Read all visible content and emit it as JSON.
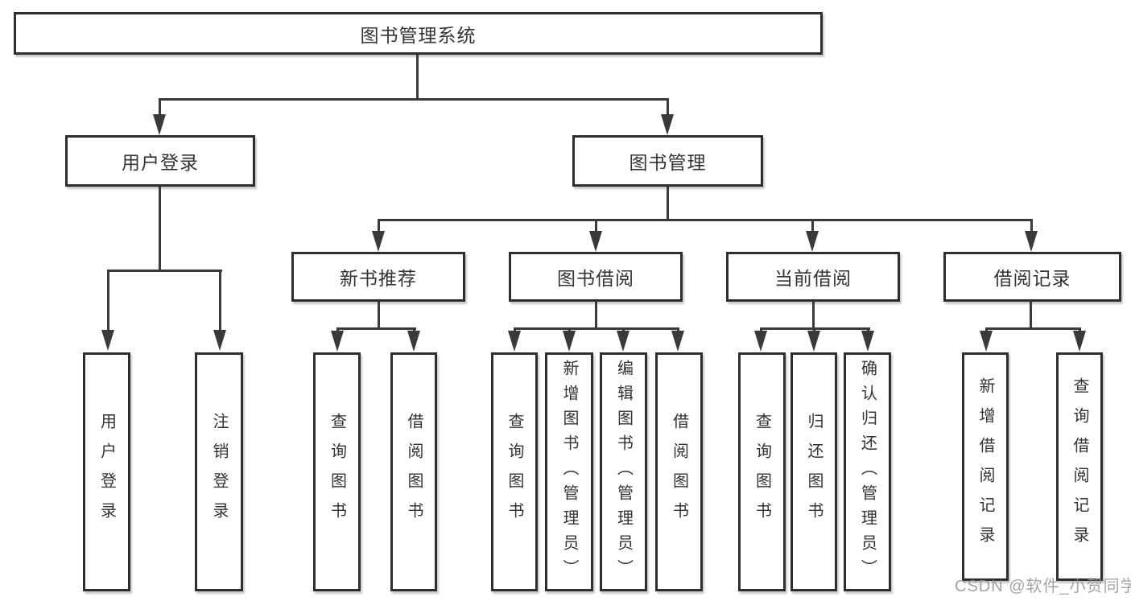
{
  "diagram": {
    "root": {
      "label": "图书管理系统"
    },
    "branches": [
      {
        "label": "用户登录",
        "children": [
          {
            "label": "用户登录"
          },
          {
            "label": "注销登录"
          }
        ]
      },
      {
        "label": "图书管理",
        "children": [
          {
            "label": "新书推荐",
            "children": [
              {
                "label": "查询图书"
              },
              {
                "label": "借阅图书"
              }
            ]
          },
          {
            "label": "图书借阅",
            "children": [
              {
                "label": "查询图书"
              },
              {
                "label": "新增图书（管理员）"
              },
              {
                "label": "编辑图书（管理员）"
              },
              {
                "label": "借阅图书"
              }
            ]
          },
          {
            "label": "当前借阅",
            "children": [
              {
                "label": "查询图书"
              },
              {
                "label": "归还图书"
              },
              {
                "label": "确认归还（管理员）"
              }
            ]
          },
          {
            "label": "借阅记录",
            "children": [
              {
                "label": "新增借阅记录"
              },
              {
                "label": "查询借阅记录"
              }
            ]
          }
        ]
      }
    ]
  },
  "watermark": {
    "text": "CSDN @软件_小贺同学"
  },
  "colors": {
    "line": "#3a3a3a",
    "border": "#2e2e2e",
    "text": "#333333",
    "watermark": "#919498",
    "background": "#ffffff"
  }
}
